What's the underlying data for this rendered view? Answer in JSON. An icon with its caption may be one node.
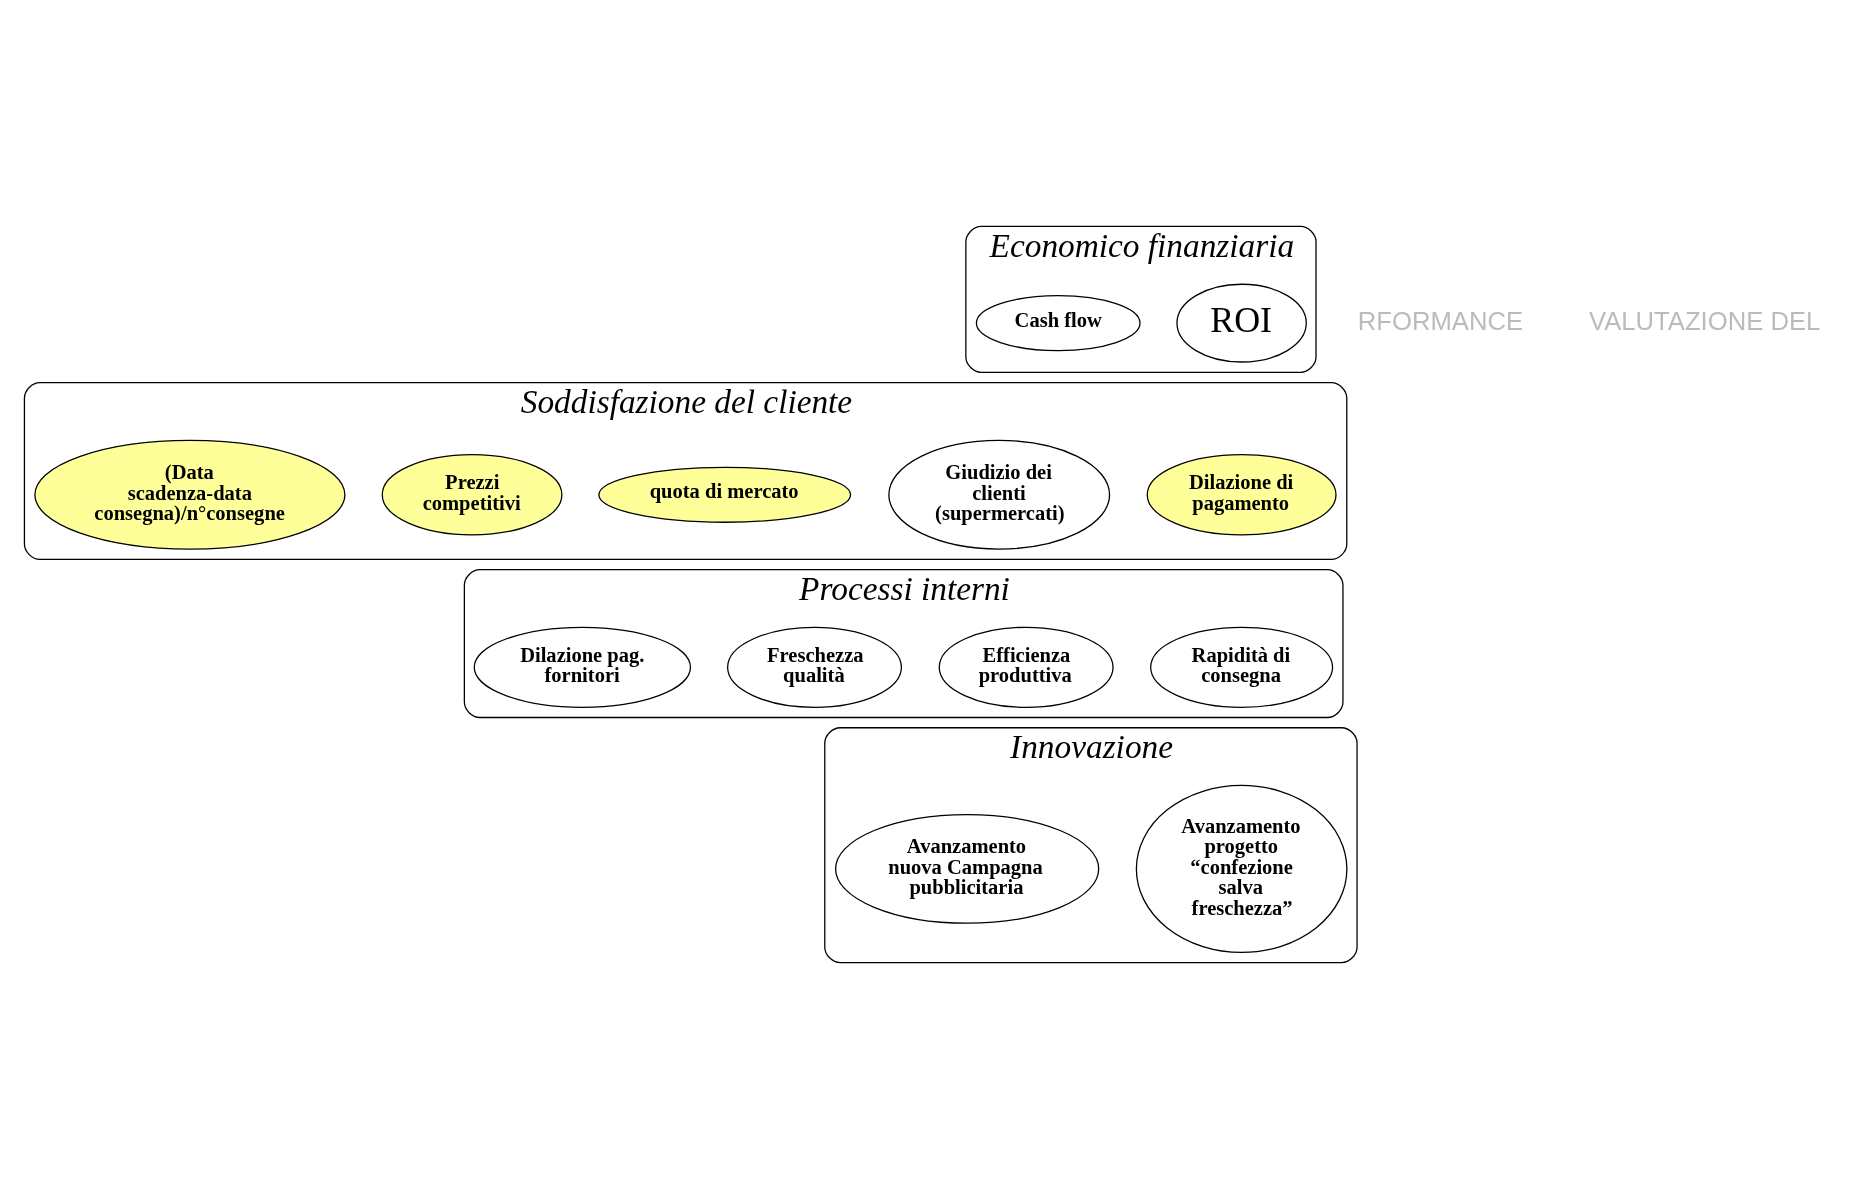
{
  "diagram": {
    "nodes": [
      {
        "text": [
          "Economico finanziaria"
        ]
      },
      {
        "text": [
          "ROI"
        ],
        "in": 0
      },
      {
        "text": [
          "Cash flow"
        ],
        "in": 0
      },
      {
        "text": [
          "Soddisfazione del cliente"
        ]
      },
      {
        "text": [
          "Dilazione di pagamento"
        ],
        "in": 3
      },
      {
        "text": [
          "Giudizio dei clienti (supermercati)"
        ],
        "in": 3
      },
      {
        "text": [
          "quota di mercato"
        ],
        "in": 3
      },
      {
        "text": [
          "Prezzi competitivi"
        ],
        "in": 3
      },
      {
        "text": [
          "(Data scadenza-data consegna)/n°consegne"
        ],
        "in": 3
      },
      {
        "text": [
          "Processi interni"
        ]
      },
      {
        "text": [
          "Rapidità di consegna"
        ],
        "in": 9
      },
      {
        "text": [
          "Efficienza produttiva"
        ],
        "in": 9
      },
      {
        "text": [
          "Freschezza qualità"
        ],
        "in": 9
      },
      {
        "text": [
          "Dilazione pag. fornitori"
        ],
        "in": 9
      },
      {
        "text": [
          "Innovazione"
        ]
      },
      {
        "text": [
          "Avanzamento progetto “confezione salva freschezza”"
        ],
        "in": 14
      },
      {
        "text": [
          "Avanzamento nuova Campagna pubblicitaria"
        ],
        "in": 14
      }
    ],
    "labels": [
      "RFORMANCE",
      "VALUTAZIONE DEL"
    ]
  }
}
